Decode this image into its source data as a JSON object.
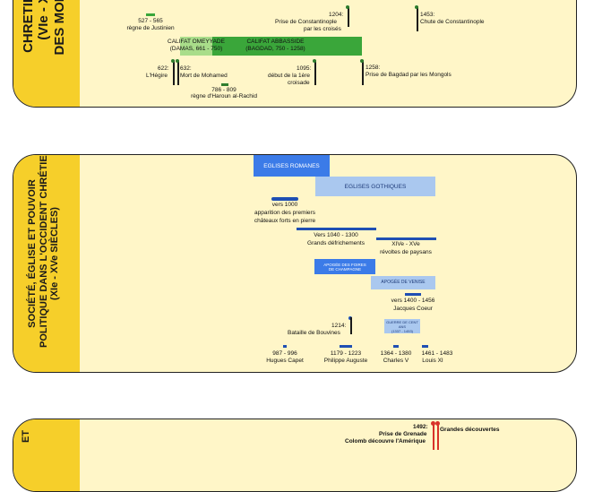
{
  "panel1": {
    "title_line1": "CHRETIENTÉ",
    "title_line2": "(VIe - XIIe",
    "title_line3": "DES MONDES",
    "justinien_dates": "527 - 565",
    "justinien_label": "règne de Justinien",
    "constantinople_date": "1204:",
    "constantinople_label1": "Prise de Constantinople",
    "constantinople_label2": "par les croisés",
    "chute_date": "1453:",
    "chute_label": "Chute de Constantinople",
    "omeyyade1": "CALIFAT OMEYYADE",
    "omeyyade2": "(DAMAS, 661 - 750)",
    "abbasside1": "CALIFAT ABBASSIDE",
    "abbasside2": "(BAGDAD, 750 - 1258)",
    "hegire_date": "622:",
    "hegire_label": "L'Hégire",
    "mohamed_date": "632:",
    "mohamed_label": "Mort de Mohamed",
    "croisade_date": "1095:",
    "croisade_label1": "début de la 1ère",
    "croisade_label2": "croisade",
    "bagdad_date": "1258:",
    "bagdad_label": "Prise de Bagdad par les Mongols",
    "haroun_dates": "786 - 809",
    "haroun_label": "règne d'Haroun al-Rachid"
  },
  "panel2": {
    "title_line1": "SOCIÉTÉ, ÉGLISE ET POUVOIR",
    "title_line2": "POLITIQUE DANS L'OCCIDENT CHRÉTIEN",
    "title_line3": "(XIe - XVe SIÈCLES)",
    "romanes": "EGLISES ROMANES",
    "gothiques": "EGLISES GOTHIQUES",
    "chateaux_date": "vers 1000",
    "chateaux_label1": "apparition des premiers",
    "chateaux_label2": "châteaux forts en pierre",
    "defrichements_date": "Vers 1040 - 1300",
    "defrichements_label": "Grands défrichements",
    "revoltes_date": "XIVe - XVe",
    "revoltes_label": "révoltes de paysans",
    "champagne1": "APOGÉE DES FOIRES",
    "champagne2": "DE CHAMPAGNE",
    "venise": "APOGÉE DE VENISE",
    "coeur_date": "vers 1400 - 1456",
    "coeur_label": "Jacques Coeur",
    "bouvines_date": "1214:",
    "bouvines_label": "Bataille de Bouvines",
    "guerre1": "GUERRE DE CENT ANS",
    "guerre2": "(1337 - 1453)",
    "capet_dates": "987 - 996",
    "capet_label": "Hugues Capet",
    "auguste_dates": "1179 - 1223",
    "auguste_label": "Philippe Auguste",
    "charles_dates": "1364 - 1380",
    "charles_label": "Charles V",
    "louis_dates": "1461 - 1483",
    "louis_label": "Louis XI"
  },
  "panel3": {
    "title_fragment": "ET",
    "date_1492": "1492:",
    "grenade": "Prise de Grenade",
    "colomb": "Colomb découvre l'Amérique",
    "decouvertes": "Grandes découvertes"
  },
  "colors": {
    "panel_bg": "#fff6c8",
    "sideband": "#f6cf2a",
    "green": "#3aa63a",
    "green_light": "#a9dd8a",
    "blue_dark": "#1f4fb3",
    "blue_mid": "#3b7be8",
    "blue_light": "#aac8ef",
    "red": "#d8322a"
  }
}
